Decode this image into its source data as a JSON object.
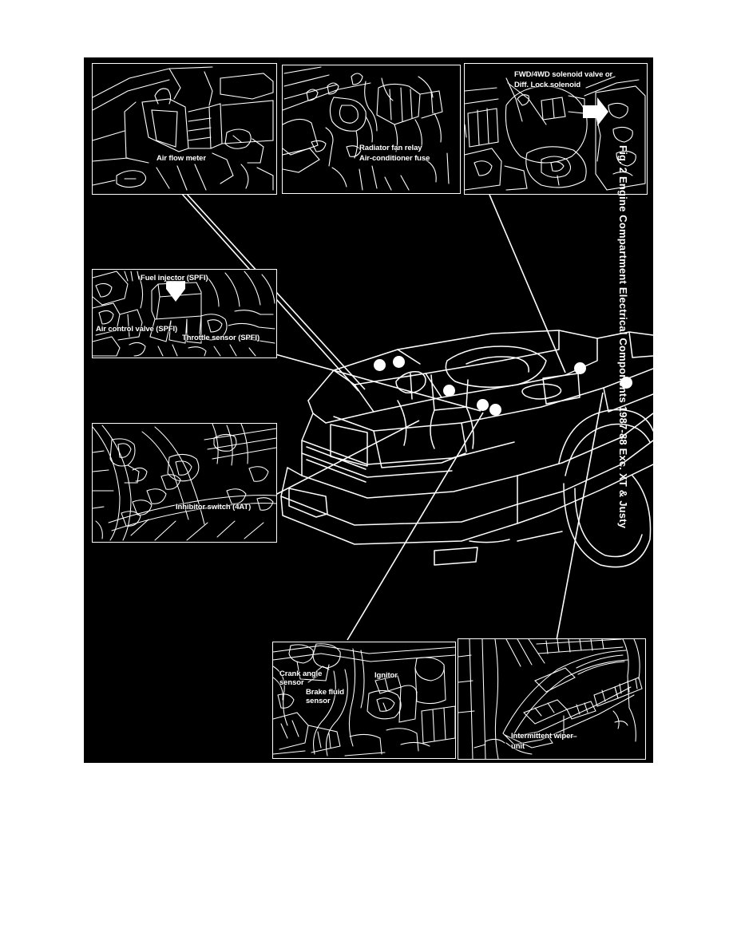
{
  "document": {
    "figure_caption": "Fig. 2  Engine Compartment Electrical Components  1987-88 Exc. XT & Justy",
    "background_color": "#ffffff",
    "plate_color": "#000000",
    "line_color": "#ffffff"
  },
  "panels": [
    {
      "id": "air-flow-meter",
      "labels": [
        {
          "text": "Air flow meter"
        }
      ]
    },
    {
      "id": "radiator-fan-relay",
      "labels": [
        {
          "text": "Radiator fan relay"
        },
        {
          "text": "Air-conditioner fuse"
        }
      ]
    },
    {
      "id": "fwd-4wd-solenoid",
      "labels": [
        {
          "text": "FWD/4WD solenoid valve or"
        },
        {
          "text": "Diff. Lock solenoid"
        }
      ]
    },
    {
      "id": "fuel-injector",
      "labels": [
        {
          "text": "Fuel injector (SPFI)"
        },
        {
          "text": "Air control valve (SPFI)"
        },
        {
          "text": "Throttle sensor (SPFI)"
        }
      ]
    },
    {
      "id": "inhibitor-switch",
      "labels": [
        {
          "text": "Inhibitor switch (4AT)"
        }
      ]
    },
    {
      "id": "crank-angle-sensor",
      "labels": [
        {
          "text": "Crank angle"
        },
        {
          "text": "sensor"
        },
        {
          "text": "Brake fluid"
        },
        {
          "text": "sensor"
        },
        {
          "text": "Ignitor"
        }
      ]
    },
    {
      "id": "intermittent-wiper-unit",
      "labels": [
        {
          "text": "Intermittent wiper"
        },
        {
          "text": "unit"
        }
      ]
    }
  ],
  "callouts": {
    "count": 7,
    "description": "White circular callout dots on the vehicle engine compartment"
  }
}
